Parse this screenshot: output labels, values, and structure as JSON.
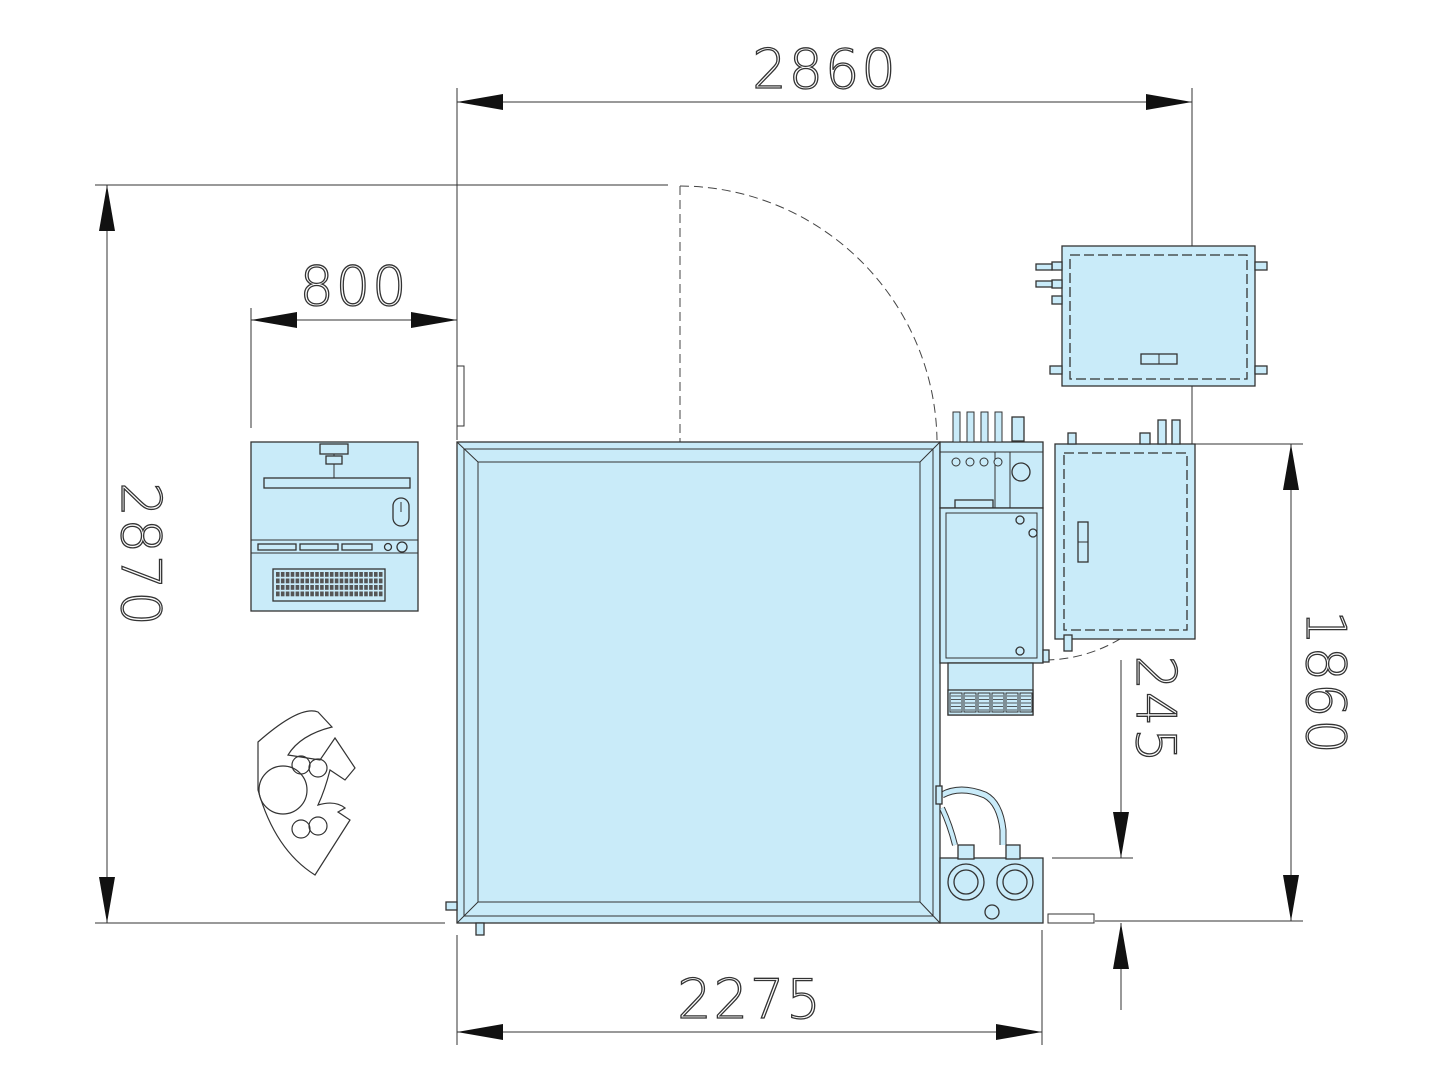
{
  "dimensions": {
    "top_width": "2860",
    "left_height": "2870",
    "operator_space": "800",
    "bottom_width": "2275",
    "right_height": "1860",
    "gap": "245"
  },
  "colors": {
    "equipment_fill": "#c9ebf9",
    "line": "#333333",
    "background": "#ffffff"
  },
  "icons": {
    "operator": "operator-figure-icon",
    "keyboard": "keyboard-icon",
    "mouse": "mouse-icon"
  }
}
